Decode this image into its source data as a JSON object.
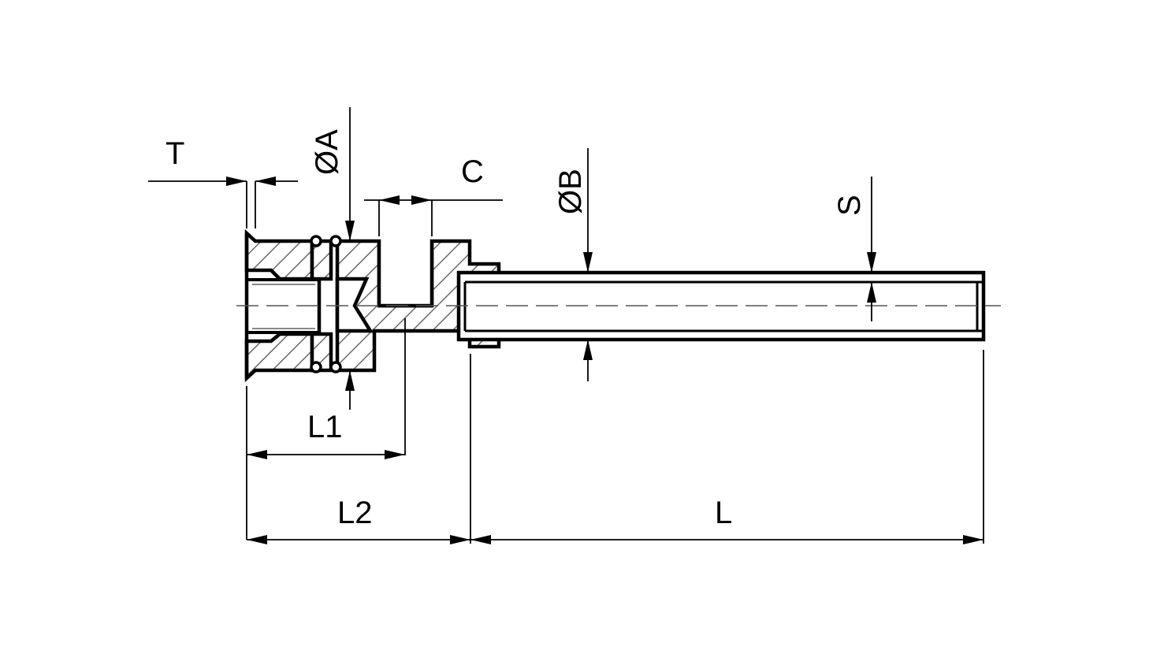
{
  "drawing": {
    "labels": {
      "T": "T",
      "A": "ØA",
      "C": "C",
      "B": "ØB",
      "S": "S",
      "L1": "L1",
      "L2": "L2",
      "L": "L"
    },
    "colors": {
      "line": "#000000",
      "hatch": "#555555",
      "centerline": "#555555",
      "background": "#ffffff"
    }
  }
}
